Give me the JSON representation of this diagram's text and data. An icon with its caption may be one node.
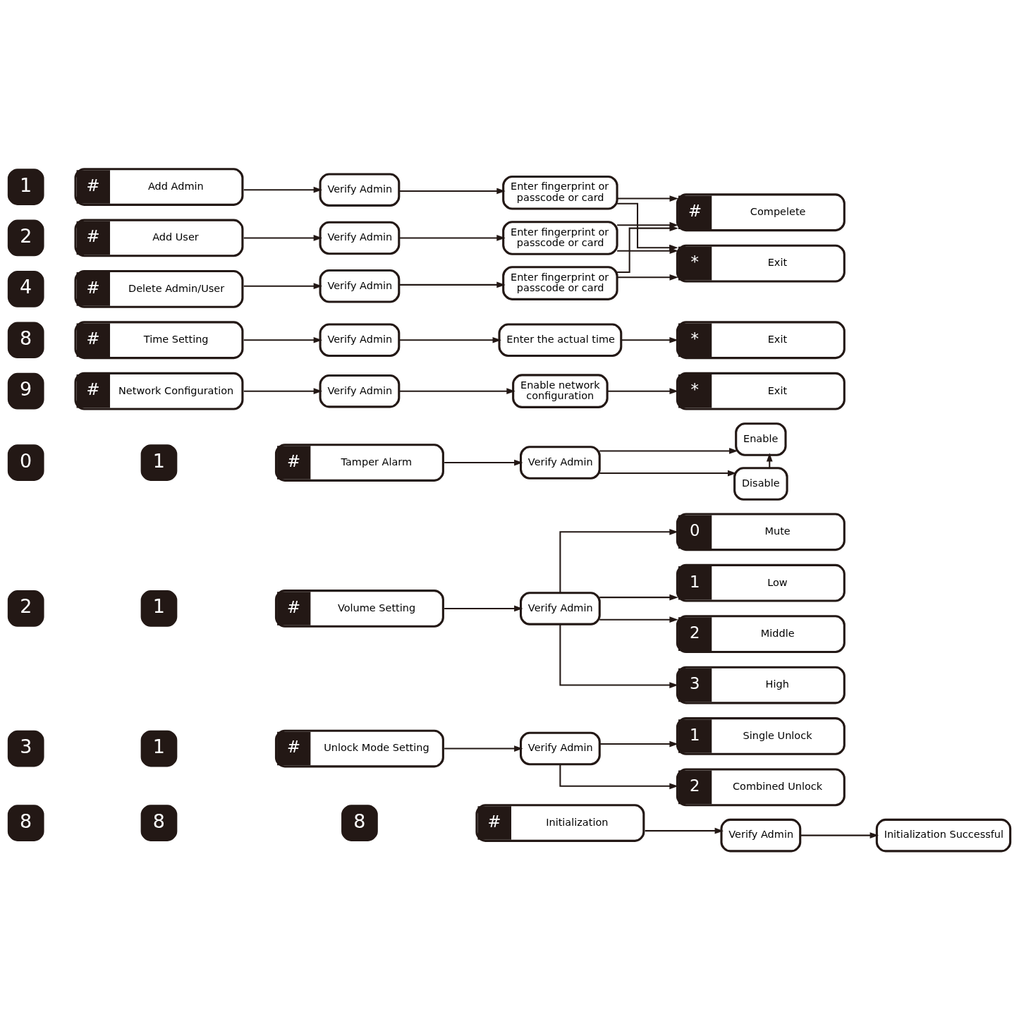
{
  "diagram": {
    "nodes": [
      {
        "text": [
          "1"
        ]
      },
      {
        "text": [
          "#",
          "Add Admin"
        ]
      },
      {
        "text": [
          "Verify Admin"
        ]
      },
      {
        "text": [
          "Enter fingerprint or passcode or card"
        ]
      },
      {
        "text": [
          "#",
          "Compelete"
        ]
      },
      {
        "text": [
          "2"
        ]
      },
      {
        "text": [
          "#",
          "Add User"
        ]
      },
      {
        "text": [
          "Verify Admin"
        ]
      },
      {
        "text": [
          "Enter fingerprint or passcode or card"
        ]
      },
      {
        "text": [
          "*",
          "Exit"
        ]
      },
      {
        "text": [
          "4"
        ]
      },
      {
        "text": [
          "#",
          "Delete Admin/User"
        ]
      },
      {
        "text": [
          "Verify Admin"
        ]
      },
      {
        "text": [
          "Enter fingerprint or passcode or card"
        ]
      },
      {
        "text": [
          "8"
        ]
      },
      {
        "text": [
          "#",
          "Time Setting"
        ]
      },
      {
        "text": [
          "Verify Admin"
        ]
      },
      {
        "text": [
          "Enter the actual time"
        ]
      },
      {
        "text": [
          "*",
          "Exit"
        ]
      },
      {
        "text": [
          "9"
        ]
      },
      {
        "text": [
          "#",
          "Network Configuration"
        ]
      },
      {
        "text": [
          "Verify Admin"
        ]
      },
      {
        "text": [
          "Enable network configuration"
        ]
      },
      {
        "text": [
          "*",
          "Exit"
        ]
      },
      {
        "text": [
          "0"
        ]
      },
      {
        "text": [
          "1"
        ]
      },
      {
        "text": [
          "#",
          "Tamper Alarm"
        ]
      },
      {
        "text": [
          "Verify Admin"
        ]
      },
      {
        "text": [
          "Enable"
        ]
      },
      {
        "text": [
          "Disable"
        ]
      },
      {
        "text": [
          "2"
        ]
      },
      {
        "text": [
          "1"
        ]
      },
      {
        "text": [
          "#",
          "Volume Setting"
        ]
      },
      {
        "text": [
          "Verify Admin"
        ]
      },
      {
        "text": [
          "0",
          "Mute"
        ]
      },
      {
        "text": [
          "1",
          "Low"
        ]
      },
      {
        "text": [
          "2",
          "Middle"
        ]
      },
      {
        "text": [
          "3",
          "High"
        ]
      },
      {
        "text": [
          "3"
        ]
      },
      {
        "text": [
          "1"
        ]
      },
      {
        "text": [
          "#",
          "Unlock Mode Setting"
        ]
      },
      {
        "text": [
          "Verify Admin"
        ]
      },
      {
        "text": [
          "1",
          "Single Unlock"
        ]
      },
      {
        "text": [
          "2",
          "Combined Unlock"
        ]
      },
      {
        "text": [
          "8"
        ]
      },
      {
        "text": [
          "8"
        ]
      },
      {
        "text": [
          "8"
        ]
      },
      {
        "text": [
          "#",
          "Initialization"
        ]
      },
      {
        "text": [
          "Verify Admin"
        ]
      },
      {
        "text": [
          "Initialization Successful"
        ]
      }
    ],
    "edges": [
      {
        "from": 1,
        "to": 2,
        "arrow": "to"
      },
      {
        "from": 2,
        "to": 3,
        "arrow": "to"
      },
      {
        "from": 3,
        "to": 4,
        "arrow": "to"
      },
      {
        "from": 3,
        "to": 9,
        "arrow": "to"
      },
      {
        "from": 6,
        "to": 7,
        "arrow": "to"
      },
      {
        "from": 7,
        "to": 8,
        "arrow": "to"
      },
      {
        "from": 8,
        "to": 4,
        "arrow": "to"
      },
      {
        "from": 8,
        "to": 9,
        "arrow": "to"
      },
      {
        "from": 11,
        "to": 12,
        "arrow": "to"
      },
      {
        "from": 12,
        "to": 13,
        "arrow": "to"
      },
      {
        "from": 13,
        "to": 4,
        "arrow": "to"
      },
      {
        "from": 13,
        "to": 9,
        "arrow": "to"
      },
      {
        "from": 15,
        "to": 16,
        "arrow": "to"
      },
      {
        "from": 16,
        "to": 17,
        "arrow": "to"
      },
      {
        "from": 17,
        "to": 18,
        "arrow": "to"
      },
      {
        "from": 20,
        "to": 21,
        "arrow": "to"
      },
      {
        "from": 21,
        "to": 22,
        "arrow": "to"
      },
      {
        "from": 22,
        "to": 23,
        "arrow": "to"
      },
      {
        "from": 26,
        "to": 27,
        "arrow": "to"
      },
      {
        "from": 27,
        "to": 28,
        "arrow": "to"
      },
      {
        "from": 27,
        "to": 29,
        "arrow": "to"
      },
      {
        "from": 29,
        "to": 28,
        "arrow": "to"
      },
      {
        "from": 32,
        "to": 33,
        "arrow": "to"
      },
      {
        "from": 33,
        "to": 34,
        "arrow": "to"
      },
      {
        "from": 33,
        "to": 35,
        "arrow": "to"
      },
      {
        "from": 33,
        "to": 36,
        "arrow": "to"
      },
      {
        "from": 33,
        "to": 37,
        "arrow": "to"
      },
      {
        "from": 40,
        "to": 41,
        "arrow": "to"
      },
      {
        "from": 41,
        "to": 42,
        "arrow": "to"
      },
      {
        "from": 41,
        "to": 43,
        "arrow": "to"
      },
      {
        "from": 47,
        "to": 48,
        "arrow": "to"
      },
      {
        "from": 48,
        "to": 49,
        "arrow": "to"
      }
    ]
  }
}
